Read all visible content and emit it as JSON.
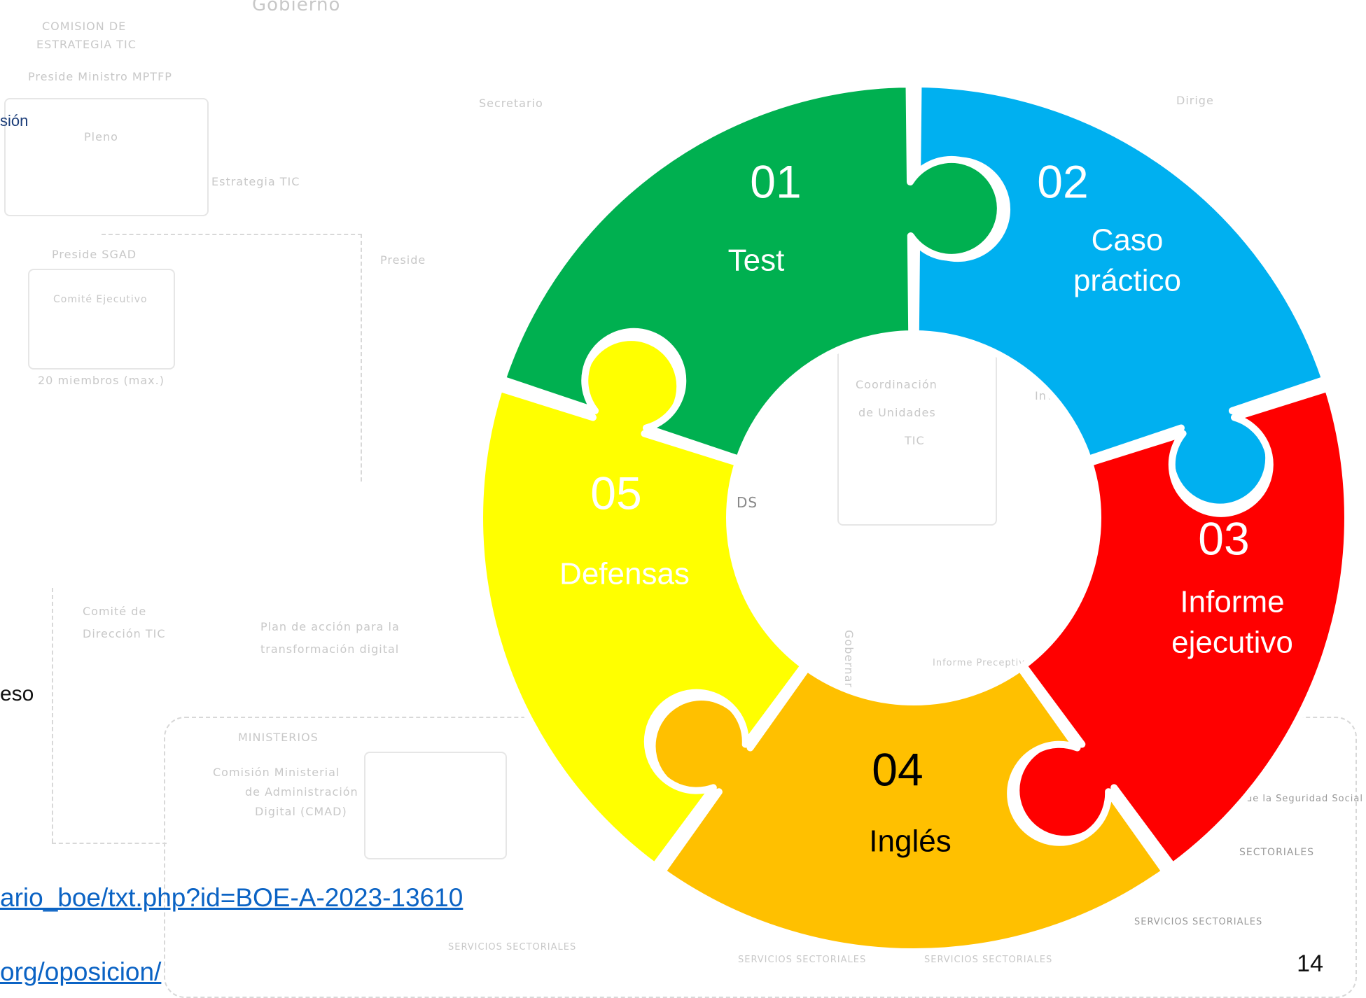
{
  "background": {
    "labels": {
      "gobierno": "Gobierno",
      "comision_1": "COMISION DE",
      "comision_2": "ESTRATEGIA TIC",
      "preside_ministro": "Preside Ministro MPTFP",
      "pleno": "Pleno",
      "estrategia": "Estrategia TIC",
      "secretario": "Secretario",
      "dirige": "Dirige",
      "preside_sgad": "Preside SGAD",
      "comite_ejecutivo": "Comité Ejecutivo",
      "miembros": "20 miembros (max.)",
      "preside": "Preside",
      "coordinacion_1": "Coordinación",
      "coordinacion_2": "de Unidades",
      "coordinacion_3": "TIC",
      "comite_dir_1": "Comité de",
      "comite_dir_2": "Dirección TIC",
      "plan_1": "Plan de acción para la",
      "plan_2": "transformación digital",
      "gob_tic": "Gobernanza TIC",
      "informe_prec": "Informe Preceptivo Especial",
      "ministerios": "MINISTERIOS",
      "cmad_1": "Comisión Ministerial",
      "cmad_2": "de Administración",
      "cmad_3": "Digital (CMAD)",
      "serv_1": "SERVICIOS SECTORIALES",
      "serv_2": "SERVICIOS SECTORIALES",
      "serv_3": "SERVICIOS SECTORIALES",
      "serv_4": "SERVICIOS SECTORIALES",
      "seg_social": "de la Seguridad Social",
      "sectoriales": "SECTORIALES",
      "frag_ds": "DS",
      "frag_inv": "Inv"
    }
  },
  "slide": {
    "left_fragments": {
      "sion": "sión",
      "eso": "eso"
    },
    "links": {
      "boe": "ario_boe/txt.php?id=BOE-A-2023-13610",
      "oposicion": "org/oposicion/"
    },
    "page_number": "14"
  },
  "pieces": [
    {
      "number": "01",
      "label_lines": [
        "Test"
      ],
      "color": "#00b0f0",
      "text_color": "#ffffff"
    },
    {
      "number": "02",
      "label_lines": [
        "Caso",
        "práctico"
      ],
      "color": "#ff0000",
      "text_color": "#ffffff"
    },
    {
      "number": "03",
      "label_lines": [
        "Informe",
        "ejecutivo"
      ],
      "color": "#ffc000",
      "text_color": "#ffffff"
    },
    {
      "number": "04",
      "label_lines": [
        "Inglés"
      ],
      "color": "#ffff00",
      "text_color": "#000000"
    },
    {
      "number": "05",
      "label_lines": [
        "Defensas"
      ],
      "color": "#00b050",
      "text_color": "#ffffff"
    }
  ]
}
